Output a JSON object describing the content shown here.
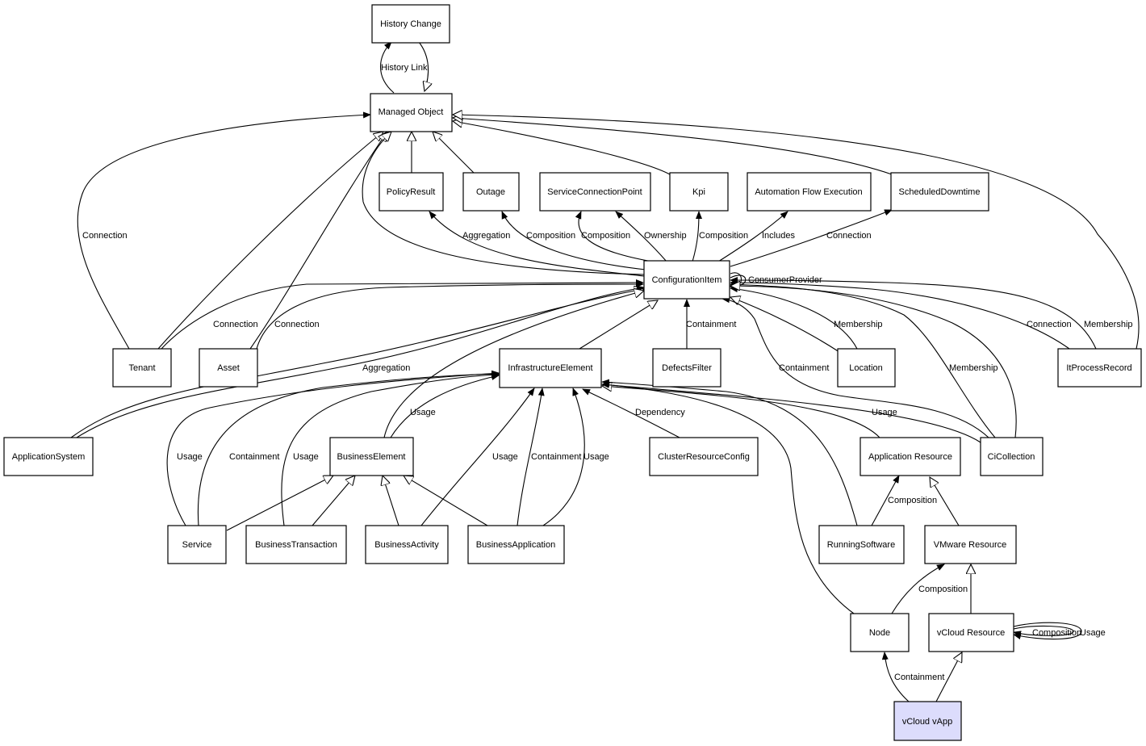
{
  "nodes": {
    "history_change": "History Change",
    "managed_object": "Managed Object",
    "policy_result": "PolicyResult",
    "outage": "Outage",
    "service_connection_point": "ServiceConnectionPoint",
    "kpi": "Kpi",
    "automation_flow_execution": "Automation Flow Execution",
    "scheduled_downtime": "ScheduledDowntime",
    "configuration_item": "ConfigurationItem",
    "tenant": "Tenant",
    "asset": "Asset",
    "infrastructure_element": "InfrastructureElement",
    "defects_filter": "DefectsFilter",
    "location": "Location",
    "it_process_record": "ItProcessRecord",
    "application_system": "ApplicationSystem",
    "business_element": "BusinessElement",
    "cluster_resource_config": "ClusterResourceConfig",
    "application_resource": "Application Resource",
    "ci_collection": "CiCollection",
    "service": "Service",
    "business_transaction": "BusinessTransaction",
    "business_activity": "BusinessActivity",
    "business_application": "BusinessApplication",
    "running_software": "RunningSoftware",
    "vmware_resource": "VMware Resource",
    "node": "Node",
    "vcloud_resource": "vCloud Resource",
    "vcloud_vapp": "vCloud vApp"
  },
  "edge_labels": {
    "history_link": "History Link",
    "tenant_connection_mo": "Connection",
    "aggregation_policy": "Aggregation",
    "composition_outage": "Composition",
    "composition_scp": "Composition",
    "ownership_scp": "Ownership",
    "composition_kpi": "Composition",
    "includes_afe": "Includes",
    "connection_sd": "Connection",
    "consumer_provider": "ConsumerProvider",
    "tenant_connection_ci": "Connection",
    "asset_connection_ci": "Connection",
    "defects_containment": "Containment",
    "location_membership": "Membership",
    "itpr_connection": "Connection",
    "itpr_membership": "Membership",
    "appsys_aggregation": "Aggregation",
    "cicoll_containment": "Containment",
    "cicoll_membership": "Membership",
    "be_usage": "Usage",
    "cluster_dependency": "Dependency",
    "appres_usage": "Usage",
    "service_usage": "Usage",
    "service_containment": "Containment",
    "bt_usage": "Usage",
    "ba_usage": "Usage",
    "bapp_containment": "Containment",
    "bapp_usage": "Usage",
    "rs_composition": "Composition",
    "node_composition": "Composition",
    "vcr_composition": "Composition",
    "vcr_usage": "Usage",
    "vapp_containment": "Containment"
  },
  "colors": {
    "highlight_fill": "#dcdcfc",
    "stroke": "#000000"
  }
}
